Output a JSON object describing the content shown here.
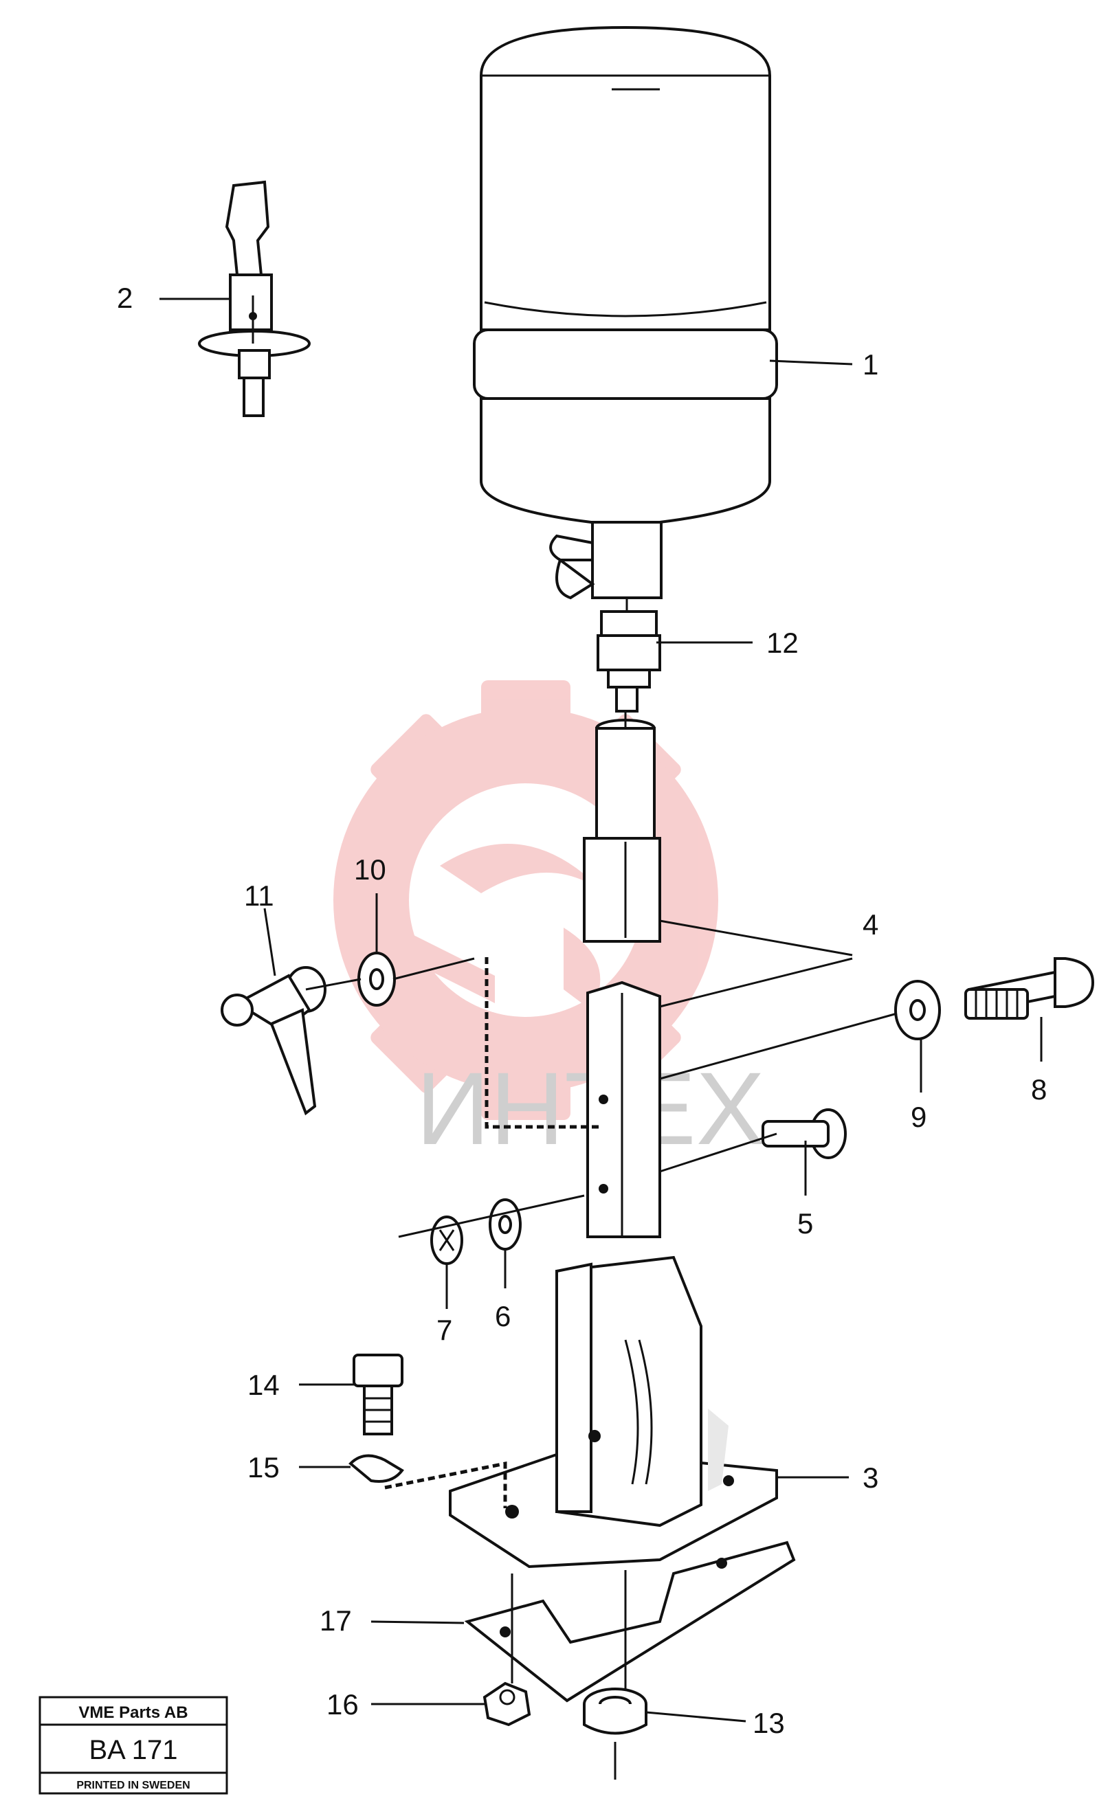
{
  "callouts": {
    "c1": "1",
    "c2": "2",
    "c3": "3",
    "c4": "4",
    "c5": "5",
    "c6": "6",
    "c7": "7",
    "c8": "8",
    "c9": "9",
    "c10": "10",
    "c11": "11",
    "c12": "12",
    "c13": "13",
    "c14": "14",
    "c15": "15",
    "c16": "16",
    "c17": "17"
  },
  "watermark": {
    "text": "ИНТЕХ",
    "color": "#f2a8a8"
  },
  "title_block": {
    "company": "VME Parts AB",
    "code": "BA 171",
    "printed": "PRINTED IN SWEDEN"
  }
}
